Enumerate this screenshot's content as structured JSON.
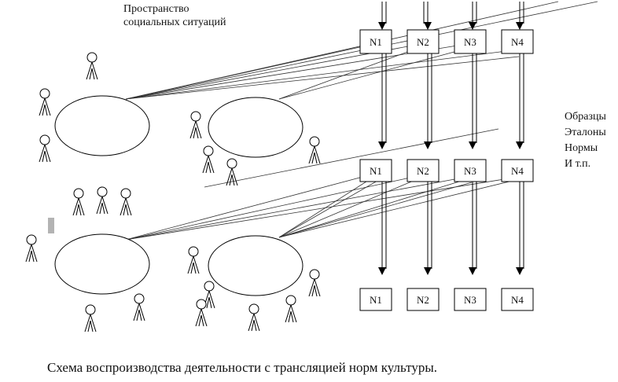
{
  "title": {
    "line1": "Пространство",
    "line2": "социальных ситуаций"
  },
  "side_labels": [
    "Образцы",
    "Эталоны",
    "Нормы",
    "И т.п."
  ],
  "norm_labels": [
    "N1",
    "N2",
    "N3",
    "N4"
  ],
  "caption": "Схема воспроизводства деятельности с трансляцией норм культуры."
}
